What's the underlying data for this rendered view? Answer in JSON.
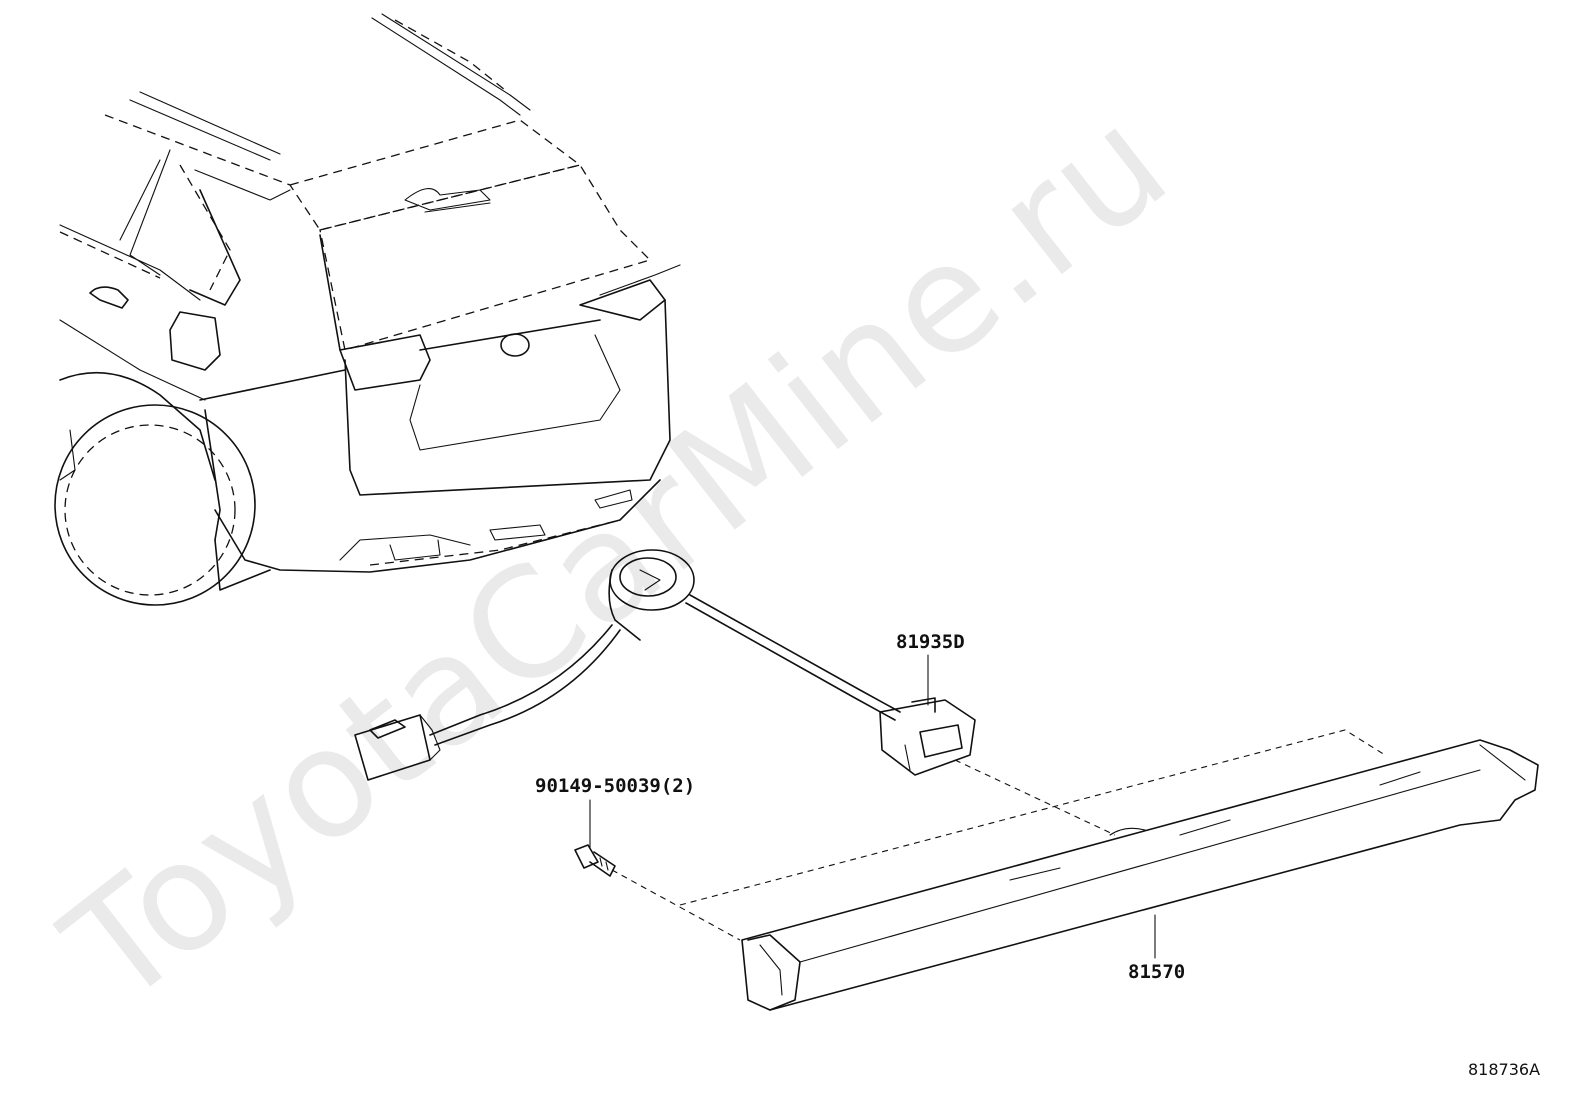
{
  "watermark": "ToyotaCarMine.ru",
  "diagram_code": "818736A",
  "parts": [
    {
      "id": "wire",
      "label": "81935D"
    },
    {
      "id": "bolt",
      "label": "90149-50039(2)"
    },
    {
      "id": "stop-lamp",
      "label": "81570"
    }
  ]
}
